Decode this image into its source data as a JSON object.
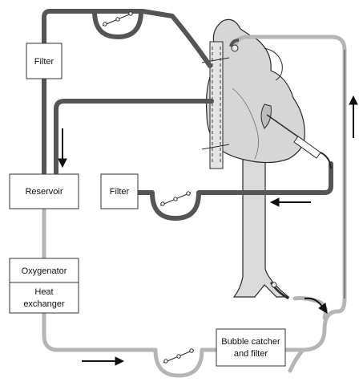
{
  "components": {
    "filter_top": "Filter",
    "reservoir": "Reservoir",
    "filter_middle": "Filter",
    "oxygenator": "Oxygenator",
    "heat_exchanger_line1": "Heat",
    "heat_exchanger_line2": "exchanger",
    "bubble_catcher_line1": "Bubble catcher",
    "bubble_catcher_line2": "and filter"
  },
  "colors": {
    "dark_tubing": "#555555",
    "light_tubing": "#b5b5b5",
    "heart_fill": "#d6d6d6",
    "aorta_fill": "#dadada",
    "outline": "#2a2a2a",
    "arrow": "#111111",
    "box_border": "#333333",
    "background": "#ffffff"
  },
  "icons": {
    "pump": "roller-pump-icon",
    "flow_arrow": "arrow-icon",
    "cannula": "cannula-icon"
  }
}
